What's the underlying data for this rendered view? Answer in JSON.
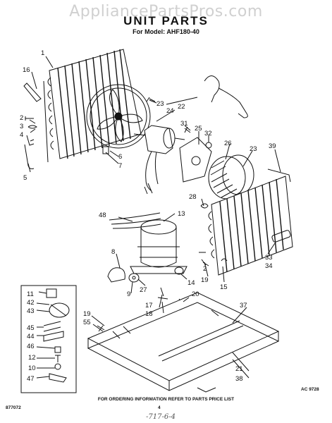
{
  "watermark": "AppliancePartsPros.com",
  "title": "UNIT PARTS",
  "model_line": "For Model: AHF180-40",
  "footnote": "FOR ORDERING INFORMATION REFER TO PARTS PRICE LIST",
  "drawing_code_left": "877072",
  "page_number": "4",
  "drawing_code_right": "AC 9728",
  "handwritten_note": "-717-6-4",
  "callouts": [
    "1",
    "16",
    "2",
    "3",
    "4",
    "5",
    "24",
    "23",
    "22",
    "6",
    "7",
    "31",
    "25",
    "32",
    "26",
    "23",
    "39",
    "28",
    "48",
    "13",
    "8",
    "27",
    "9",
    "2",
    "19",
    "15",
    "33",
    "34",
    "14",
    "17",
    "18",
    "20",
    "11",
    "42",
    "43",
    "45",
    "44",
    "46",
    "12",
    "10",
    "47",
    "19",
    "55",
    "37",
    "21",
    "38"
  ]
}
